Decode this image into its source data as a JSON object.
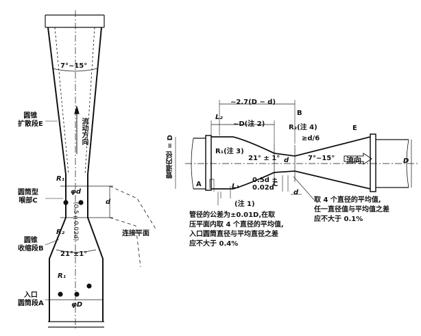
{
  "left_figure": {
    "angle_label": "7°~15°",
    "flow_direction": "流动方向",
    "section_diffuser": [
      "圆锥",
      "扩散段E"
    ],
    "section_throat": [
      "圆筒型",
      "喉部C"
    ],
    "section_convergent": [
      "圆锥",
      "收缩段B"
    ],
    "section_inlet": [
      "入口",
      "圆筒段A"
    ],
    "r1_top": "R₁",
    "r2": "R₂",
    "r1_bottom": "R₁",
    "phi_d": "φd",
    "d_label": "d",
    "throat_len": "(0.5±0.02d)",
    "cone_angle": "21°±1°",
    "phi_D": "φD",
    "connect_plane": "连接平面"
  },
  "right_figure": {
    "dim_top": "~2.7(D − d)",
    "dim_D_note": "~D(注 2)",
    "L2": "L₂",
    "L1": "L₁",
    "B": "B",
    "E": "E",
    "A": "A",
    "C": "C",
    "R2_note": "R₂(注 4)",
    "d6": "≥d/6",
    "R1_note": "R₁(注 3)",
    "angle_convergent": "21° ± 1°",
    "angle_diffuser": "7°~15°",
    "d_small": "d",
    "flow_label": "流向",
    "D_right": "D",
    "pipe_inner": "管道内径 = D",
    "throat_len": [
      "0.5d ±",
      "0.02d"
    ],
    "d_bottom": "d",
    "note1": "(注 1)"
  },
  "notes": {
    "left_note": [
      "管径的公差为±0.01D,在取",
      "压平面内取 4 个直径的平均值,",
      "入口圆筒直径与平均直径之差",
      "应不大于 0.4%"
    ],
    "right_note": [
      "取 4 个直径的平均值,",
      "任一直径值与平均值之差",
      "应不大于 0.1%"
    ]
  }
}
